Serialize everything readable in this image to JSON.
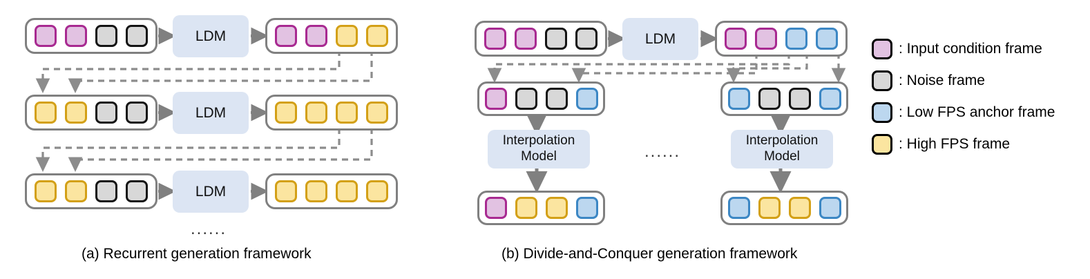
{
  "figure": {
    "captions": [
      {
        "id": "a",
        "text": "(a) Recurrent generation framework"
      },
      {
        "id": "b",
        "text": "(b) Divide-and-Conquer generation framework"
      }
    ],
    "ellipsis": "......"
  },
  "colors": {
    "condition_border": "#A82A91",
    "condition_fill": "#E2C2E2",
    "noise_border": "#141414",
    "noise_fill": "#D8D8D8",
    "low_fps_border": "#3C87C4",
    "low_fps_fill": "#BCD7EF",
    "high_fps_border": "#D3A017",
    "high_fps_fill": "#FBE5A0",
    "model_box": "#DCE5F3",
    "group_border": "#808080",
    "arrow": "#808080",
    "dashed": "#8C8C8C"
  },
  "legend": {
    "items": [
      {
        "swatch": "condition-swatch",
        "type": "cond",
        "label": ": Input condition frame"
      },
      {
        "swatch": "noise-swatch",
        "type": "noise",
        "label": ": Noise frame"
      },
      {
        "swatch": "low-fps-swatch",
        "type": "low",
        "label": ": Low FPS anchor frame"
      },
      {
        "swatch": "high-fps-swatch",
        "type": "high",
        "label": ": High FPS frame"
      }
    ]
  },
  "panel_a": {
    "name": "Recurrent generation framework",
    "rows": [
      {
        "id": "row-1",
        "input_frames": [
          "cond",
          "cond",
          "noise",
          "noise"
        ],
        "model_label": "LDM",
        "output_frames": [
          "cond",
          "cond",
          "high",
          "high"
        ]
      },
      {
        "id": "row-2",
        "input_frames": [
          "high",
          "high",
          "noise",
          "noise"
        ],
        "model_label": "LDM",
        "output_frames": [
          "high",
          "high",
          "high",
          "high"
        ]
      },
      {
        "id": "row-3",
        "input_frames": [
          "high",
          "high",
          "noise",
          "noise"
        ],
        "model_label": "LDM",
        "output_frames": [
          "high",
          "high",
          "high",
          "high"
        ]
      }
    ],
    "ellipsis": "......"
  },
  "panel_b": {
    "name": "Divide-and-Conquer generation framework",
    "ldm_stage": {
      "input_frames": [
        "cond",
        "cond",
        "noise",
        "noise"
      ],
      "model_label": "LDM",
      "output_frames": [
        "cond",
        "cond",
        "low",
        "low"
      ]
    },
    "segments": [
      {
        "id": "segment-left",
        "input_frames": [
          "cond",
          "noise",
          "noise",
          "low"
        ],
        "model_label": "Interpolation\nModel",
        "model_line1": "Interpolation",
        "model_line2": "Model",
        "output_frames": [
          "cond",
          "high",
          "high",
          "low"
        ]
      },
      {
        "id": "segment-right",
        "input_frames": [
          "low",
          "noise",
          "noise",
          "low"
        ],
        "model_label": "Interpolation\nModel",
        "model_line1": "Interpolation",
        "model_line2": "Model",
        "output_frames": [
          "low",
          "high",
          "high",
          "low"
        ]
      }
    ],
    "ellipsis": "......"
  }
}
